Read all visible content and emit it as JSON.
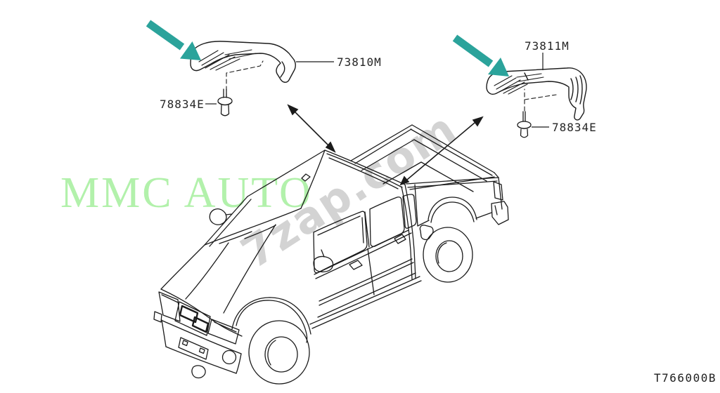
{
  "diagram": {
    "labels": {
      "left_molding": "73810M",
      "left_screw": "78834E",
      "right_molding": "73811M",
      "right_screw": "78834E",
      "diagram_code": "T766000B"
    },
    "watermarks": {
      "primary": "MMC AUTO",
      "secondary": "7zap.com"
    },
    "colors": {
      "highlight_arrow": "#2BA39B",
      "watermark_primary": "#B2F1AB",
      "watermark_secondary": "#D3D3D3",
      "line": "#1B1B1B",
      "background": "#FFFFFF"
    }
  }
}
